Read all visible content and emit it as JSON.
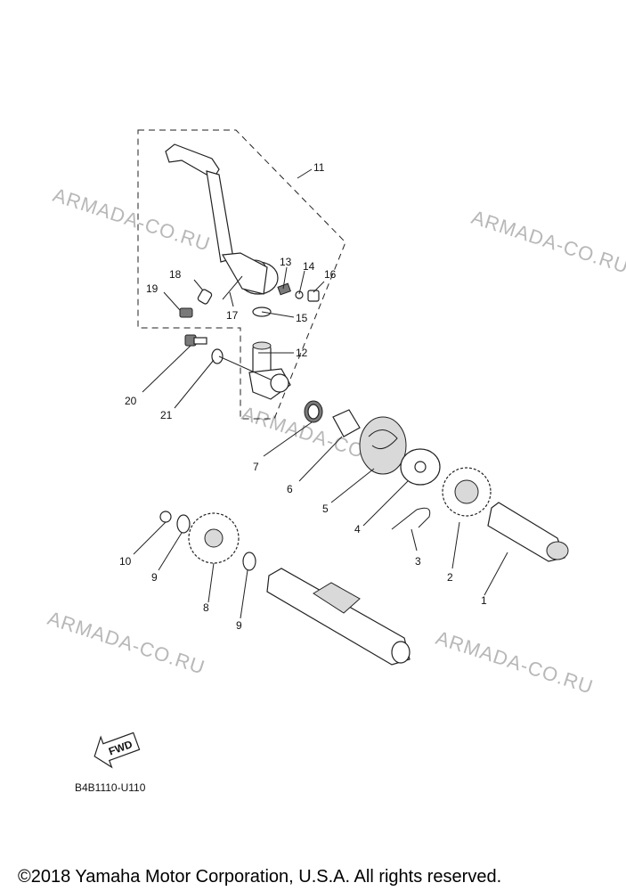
{
  "diagram": {
    "part_numbers": [
      "1",
      "2",
      "3",
      "4",
      "5",
      "6",
      "7",
      "8",
      "9",
      "9",
      "10",
      "11",
      "12",
      "13",
      "14",
      "15",
      "16",
      "17",
      "18",
      "19",
      "20",
      "21"
    ],
    "watermarks": [
      "ARMADA-CO.RU",
      "ARMADA-CO.RU",
      "ARMADA-CO.RU",
      "ARMADA-CO.RU",
      "ARMADA-CO.RU"
    ],
    "fwd_label": "FWD",
    "diagram_code": "B4B1110-U110",
    "copyright": "©2018 Yamaha Motor Corporation, U.S.A. All rights reserved."
  }
}
